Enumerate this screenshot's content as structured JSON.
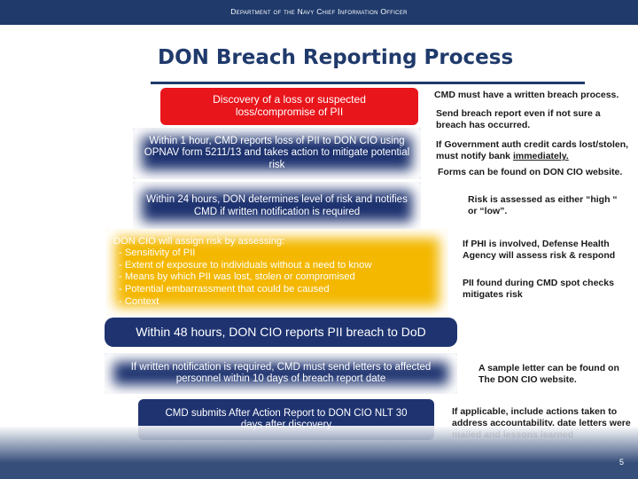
{
  "header": {
    "org": "Department of the Navy Chief Information Officer"
  },
  "title": "DON Breach Reporting Process",
  "flow": {
    "step1": "Discovery of a loss or suspected loss/compromise of PII",
    "step2": "Within 1 hour, CMD reports loss of PII to DON CIO using OPNAV form 5211/13 and takes action to mitigate potential risk",
    "step3": "Within 24 hours, DON determines level of risk and notifies CMD if written notification is required",
    "step4_heading": "DON CIO will assign risk by assessing:",
    "step4_items": [
      "- Sensitivity of PII",
      "- Extent of exposure to individuals without a need to know",
      "- Means by which PII was lost, stolen or compromised",
      "- Potential embarrassment that could be caused",
      "- Context"
    ],
    "step5": "Within 48 hours, DON CIO reports PII breach to DoD",
    "step6": "If written notification is required, CMD must send letters to affected personnel within 10 days of breach report date",
    "step7": "CMD submits After Action Report to DON CIO NLT 30 days after discovery"
  },
  "notes": {
    "n1": "CMD must have a written breach process.",
    "n2": "Send breach report even if not sure a breach has occurred.",
    "n3a": "If Government auth credit cards lost/stolen, must notify bank ",
    "n3b": "immediately.",
    "n4": "Forms can be found on DON CIO website.",
    "n5": "Risk is assessed as either “high “ or “low”.",
    "n6": "If PHI is involved, Defense Health Agency will assess risk & respond",
    "n7": "PII found during CMD spot checks mitigates risk",
    "n8": "A sample letter can be found on The DON CIO website.",
    "n9": "If applicable, include actions taken to address accountability, date letters were mailed and lessons learned"
  },
  "page_number": "5"
}
